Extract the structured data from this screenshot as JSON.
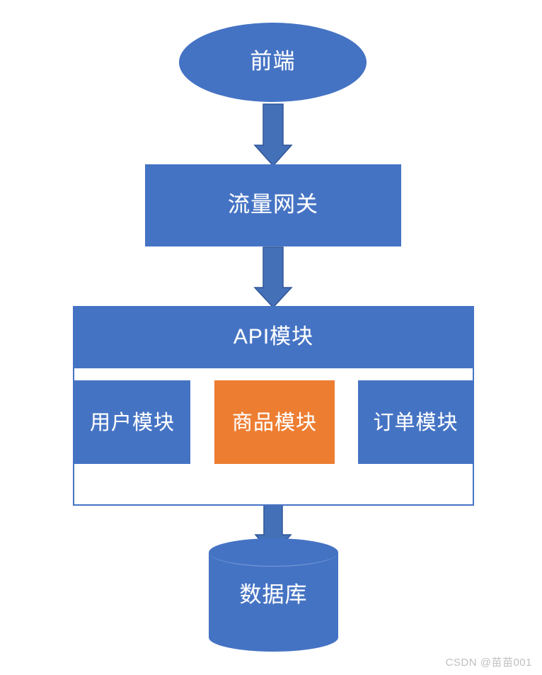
{
  "diagram": {
    "type": "flowchart",
    "title": "",
    "colors": {
      "primary_blue": "#4573C4",
      "highlight_orange": "#ED7D31",
      "arrow_blue": "#4470B8",
      "arrow_border": "#2F5597",
      "node_text": "#FFFFFF",
      "background": "#FFFFFF",
      "watermark_text": "#BFBFBF"
    },
    "nodes": [
      {
        "id": "frontend",
        "shape": "ellipse",
        "label": "前端"
      },
      {
        "id": "gateway",
        "shape": "rectangle",
        "label": "流量网关"
      },
      {
        "id": "api",
        "shape": "container",
        "label": "API模块"
      },
      {
        "id": "module-user",
        "shape": "rectangle",
        "label": "用户模块",
        "color": "#4573C4"
      },
      {
        "id": "module-goods",
        "shape": "rectangle",
        "label": "商品模块",
        "color": "#ED7D31"
      },
      {
        "id": "module-order",
        "shape": "rectangle",
        "label": "订单模块",
        "color": "#4573C4"
      },
      {
        "id": "database",
        "shape": "cylinder",
        "label": "数据库"
      }
    ],
    "edges": [
      {
        "from": "frontend",
        "to": "gateway",
        "style": "block-arrow",
        "direction": "down"
      },
      {
        "from": "gateway",
        "to": "api",
        "style": "block-arrow",
        "direction": "down"
      },
      {
        "from": "api",
        "to": "database",
        "style": "block-arrow",
        "direction": "down"
      }
    ],
    "watermark": "CSDN @苗苗001"
  }
}
